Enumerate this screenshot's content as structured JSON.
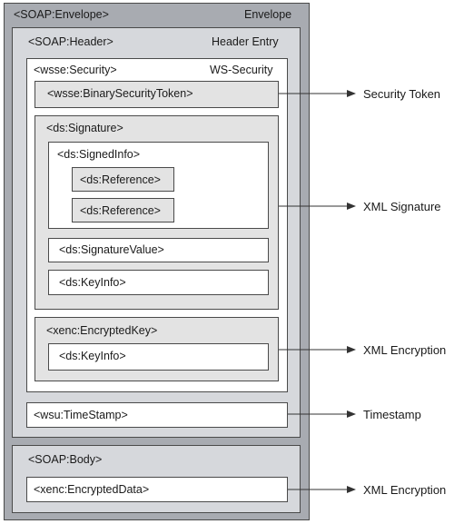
{
  "envelope": {
    "tag": "<SOAP:Envelope>",
    "role": "Envelope"
  },
  "header": {
    "tag": "<SOAP:Header>",
    "role": "Header Entry"
  },
  "security": {
    "tag": "<wsse:Security>",
    "role": "WS-Security"
  },
  "token": {
    "tag": "<wsse:BinarySecurityToken>"
  },
  "signature": {
    "tag": "<ds:Signature>",
    "signed_info": {
      "tag": "<ds:SignedInfo>",
      "references": [
        "<ds:Reference>",
        "<ds:Reference>"
      ]
    },
    "signature_value": "<ds:SignatureValue>",
    "key_info": "<ds:KeyInfo>"
  },
  "encrypted_key": {
    "tag": "<xenc:EncryptedKey>",
    "key_info": "<ds:KeyInfo>"
  },
  "timestamp": {
    "tag": "<wsu:TimeStamp>"
  },
  "body": {
    "tag": "<SOAP:Body>",
    "encrypted_data": "<xenc:EncryptedData>"
  },
  "callouts": [
    "Security Token",
    "XML Signature",
    "XML Encryption",
    "Timestamp",
    "XML Encryption"
  ],
  "colors": {
    "envelope_fill": "#a8abb1",
    "header_fill": "#d6d8dc",
    "element_fill": "#e3e3e3",
    "border": "#4a4a4a"
  }
}
